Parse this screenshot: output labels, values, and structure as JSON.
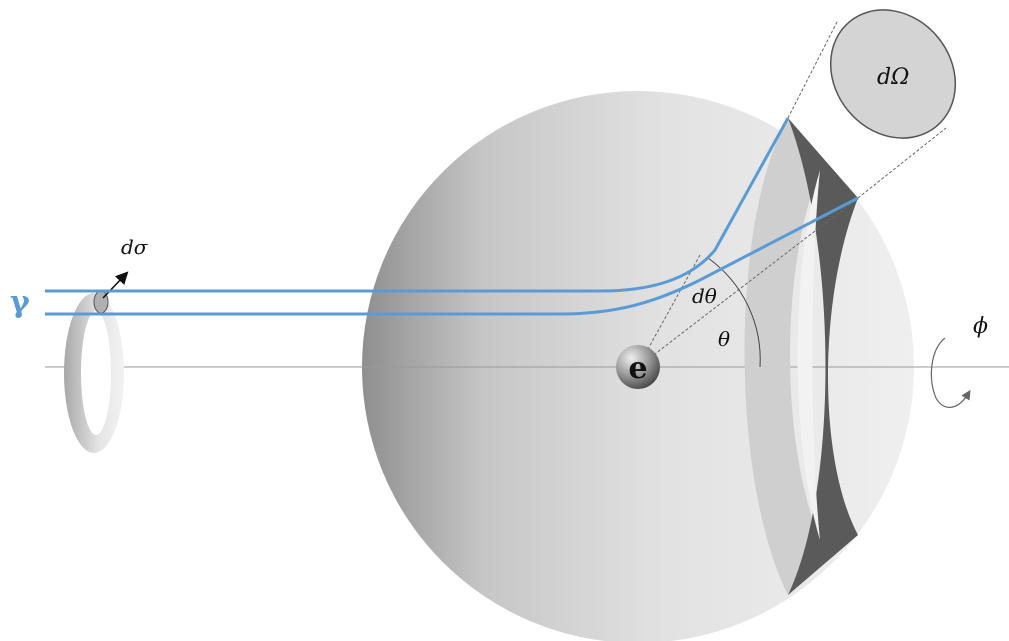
{
  "labels": {
    "gamma": "γ",
    "d_sigma": "dσ",
    "d_omega": "dΩ",
    "d_theta": "dθ",
    "theta": "θ",
    "phi": "ϕ",
    "electron": "e"
  },
  "colors": {
    "photon_beam": "#5b9bd5",
    "gamma_label": "#5b9bd5",
    "sphere_light": "#ececec",
    "sphere_dark": "#8a8a8a",
    "band_dark": "#5a5a5a",
    "band_light": "#c9c9c9",
    "axis": "#999999"
  },
  "icons": {
    "rotation": "curved-arrow-icon",
    "ring": "annular-ring-icon"
  }
}
